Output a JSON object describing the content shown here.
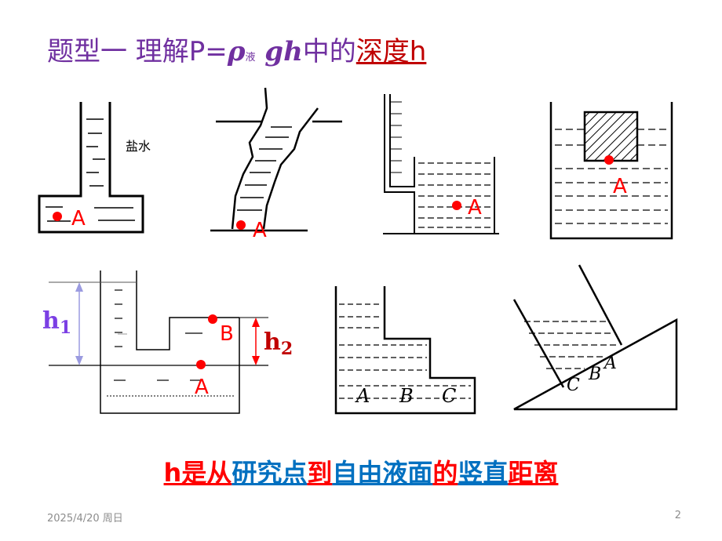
{
  "title": {
    "part1": "题型一    理解P=",
    "rho": "ρ",
    "sub": "液",
    "gh": " gh",
    "part2": "中的",
    "underlined": "深度h"
  },
  "fig1": {
    "side_label": "盐水",
    "point": "A"
  },
  "fig2": {
    "point": "A"
  },
  "fig3": {
    "point": "A"
  },
  "fig4": {
    "point": "A"
  },
  "fig5": {
    "h1": "h",
    "h1_sub": "1",
    "h2": "h",
    "h2_sub": "2",
    "pointB": "B",
    "pointA": "A"
  },
  "fig6": {
    "pointA": "A",
    "pointB": "B",
    "pointC": "C"
  },
  "fig7": {
    "pointA": "A",
    "pointB": "B",
    "pointC": "C"
  },
  "caption": {
    "s1": "h是从",
    "s2": "研究点",
    "s3": "到",
    "s4": "自由液面",
    "s5": "的",
    "s6": "竖直",
    "s7": "距离"
  },
  "colors": {
    "title": "#7030A0",
    "red": "#FF0000",
    "blue": "#0070C0",
    "violet": "#7B3FE4",
    "dark_red": "#C00000"
  },
  "footer": {
    "date": "2025/4/20 周日",
    "page": "2"
  }
}
